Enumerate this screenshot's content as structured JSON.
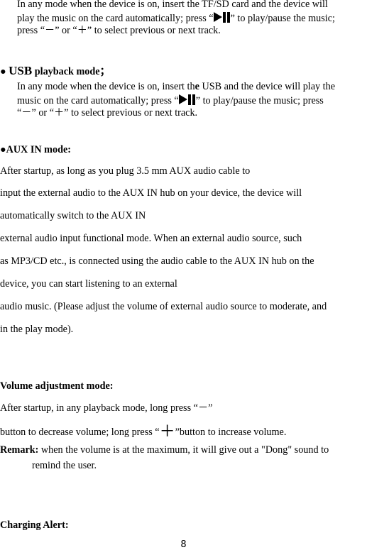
{
  "tf": {
    "l1": "In any mode when the device is on, insert the TF/SD card and the device will",
    "l2a": "play the music on the card automatically; press “",
    "l2b": "” to play/pause the music;",
    "l3": "press “－” or “＋” to select previous or next track."
  },
  "usb": {
    "bullet": "●",
    "heading_big": "USB",
    "heading_rest": " playback mode；",
    "l1a": "In any mode when the device is on, insert th",
    "l1b": "e",
    "l1c": " USB and the device will play the",
    "l2a": "music on the card automatically; press “",
    "l2b": "” to play/pause the music; press",
    "l3": "“－” or “＋” to select previous or next track."
  },
  "aux": {
    "heading": "●AUX IN mode:",
    "lines": [
      "After startup, as long as you plug 3.5 mm AUX audio cable to",
      "input the external audio to the AUX IN hub on your device, the device will",
      "automatically switch to the AUX IN",
      "external audio input functional mode. When an external audio source, such",
      "as MP3/CD etc., is connected using the audio cable to the AUX IN hub on the",
      "device, you can start listening to an external",
      "audio music. (Please adjust the volume of external audio source to moderate, and",
      "in the play mode)."
    ]
  },
  "volume": {
    "heading": "Volume adjustment mode:",
    "l1": "After startup, in any playback mode, long press “－”",
    "l2a": "button to decrease volume; long press “",
    "l2plus": "＋",
    "l2b": "”button to increase volume.",
    "remark_label": "Remark:",
    "remark_text": " when the volume is at the maximum, it will give out a \"Dong\" sound to",
    "remark_l2": "remind the user."
  },
  "charging": {
    "heading": "Charging Alert:"
  },
  "page_number": "8",
  "icons": {
    "play_pause": "play-pause-icon"
  }
}
